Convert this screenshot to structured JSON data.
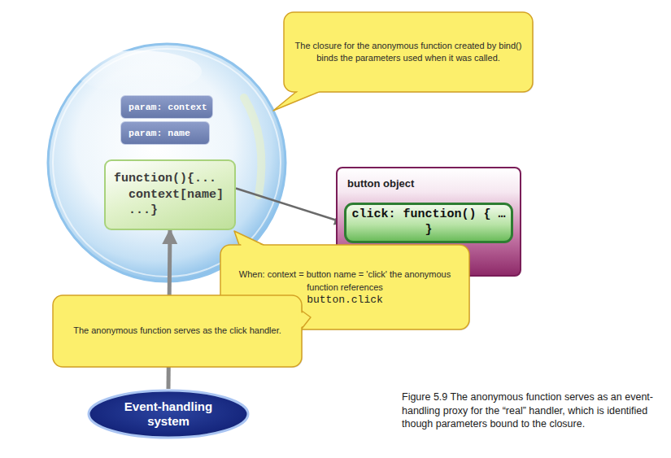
{
  "diagram": {
    "caption": "Figure 5.9 The anonymous function serves as an event-handling proxy for the “real” handler, which is identified though parameters bound to the closure.",
    "nodes": [
      {
        "text": [
          "The closure for the anonymous function created by bind() binds the parameters used when it was called."
        ]
      },
      {
        "text": [
          "param: context"
        ]
      },
      {
        "text": [
          "param: name"
        ]
      },
      {
        "text": [
          "function(){... context[name] ...}"
        ]
      },
      {
        "text": [
          "button object"
        ]
      },
      {
        "text": [
          "click: function() { … }"
        ],
        "in": 4
      },
      {
        "text": [
          "When: context = button name = 'click' the anonymous function references",
          "button.click"
        ]
      },
      {
        "text": [
          "The anonymous function serves as the click handler."
        ]
      },
      {
        "text": [
          "Event-handling system"
        ]
      }
    ],
    "edges": [
      {
        "from": 3,
        "to": 5,
        "arrow": "to"
      },
      {
        "from": 8,
        "to": 3,
        "arrow": "to"
      }
    ]
  }
}
